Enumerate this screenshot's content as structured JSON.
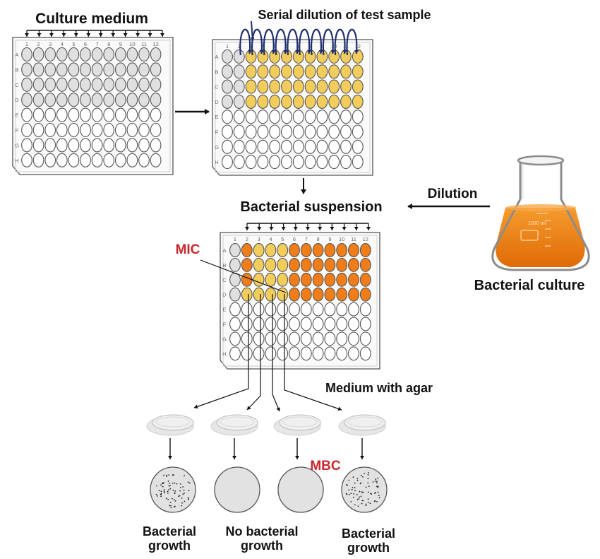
{
  "labels": {
    "culture_medium": "Culture medium",
    "serial_dilution": "Serial dilution of test sample",
    "bacterial_suspension": "Bacterial suspension",
    "dilution": "Dilution",
    "bacterial_culture": "Bacterial culture",
    "mic": "MIC",
    "medium_with_agar": "Medium with agar",
    "mbc": "MBC",
    "flask_volume": "1000 ml"
  },
  "plate": {
    "row_labels": [
      "A",
      "B",
      "C",
      "D",
      "E",
      "F",
      "G",
      "H"
    ],
    "col_labels": [
      "1",
      "2",
      "3",
      "4",
      "5",
      "6",
      "7",
      "8",
      "9",
      "10",
      "11",
      "12"
    ]
  },
  "results": [
    {
      "line1": "Bacterial",
      "line2": "growth",
      "growth": true
    },
    {
      "line1": "No bacterial",
      "line2": "growth",
      "growth": false
    },
    {
      "line1": "",
      "line2": "",
      "growth": false
    },
    {
      "line1": "Bacterial",
      "line2": "growth",
      "growth": true
    }
  ],
  "colors": {
    "well_grey": "#e0e0e0",
    "well_yellow": "#f2cd5c",
    "well_orange": "#ef7d1a",
    "red_label": "#c8282d",
    "navy_arc": "#1f2f6e",
    "culture_orange": "#f07c12"
  }
}
